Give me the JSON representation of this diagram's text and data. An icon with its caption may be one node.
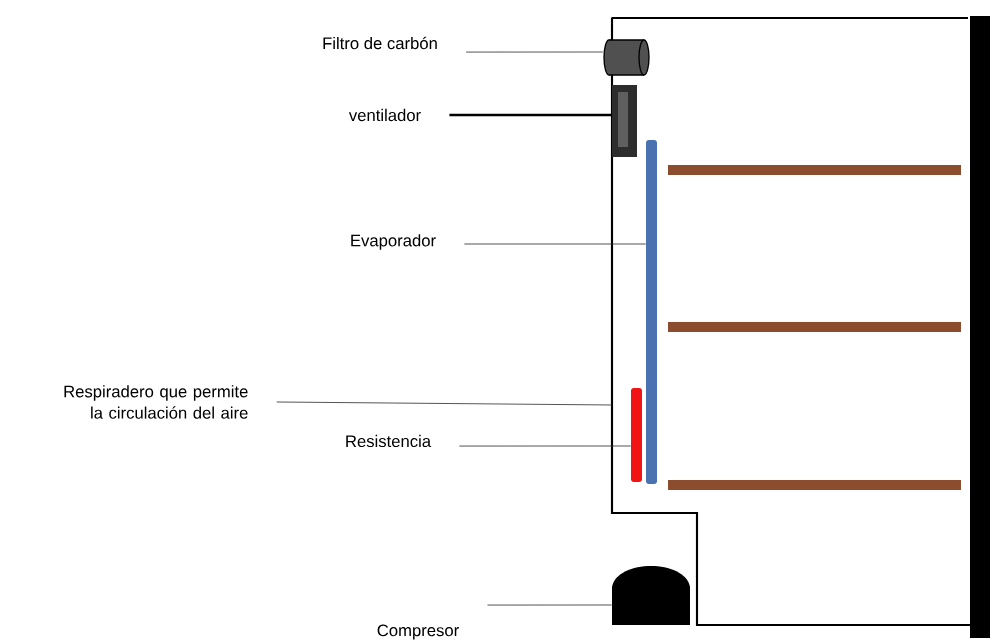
{
  "diagram": {
    "nodes": [
      {
        "text": [
          "Filtro de carbón"
        ]
      },
      {
        "text": [],
        "shape": "cylinder"
      },
      {
        "text": [
          "ventilador"
        ]
      },
      {
        "text": [],
        "shape": "box"
      },
      {
        "text": [
          "Evaporador"
        ]
      },
      {
        "text": [],
        "shape": "bar"
      },
      {
        "text": [
          "Respiradero  que permite la circulación del aire"
        ]
      },
      {
        "text": [
          "Resistencia"
        ]
      },
      {
        "text": [],
        "shape": "bar"
      },
      {
        "text": [
          "Compresor"
        ]
      },
      {
        "text": [],
        "shape": "dome"
      }
    ],
    "edges": [
      {
        "from": 0,
        "to": 1,
        "arrow": "none"
      },
      {
        "from": 2,
        "to": 3,
        "arrow": "none",
        "style": "thick"
      },
      {
        "from": 4,
        "to": 5,
        "arrow": "none"
      },
      {
        "from": 6,
        "to": null,
        "arrow": "none"
      },
      {
        "from": 7,
        "to": 8,
        "arrow": "none"
      },
      {
        "from": 9,
        "to": 10,
        "arrow": "none"
      }
    ]
  }
}
